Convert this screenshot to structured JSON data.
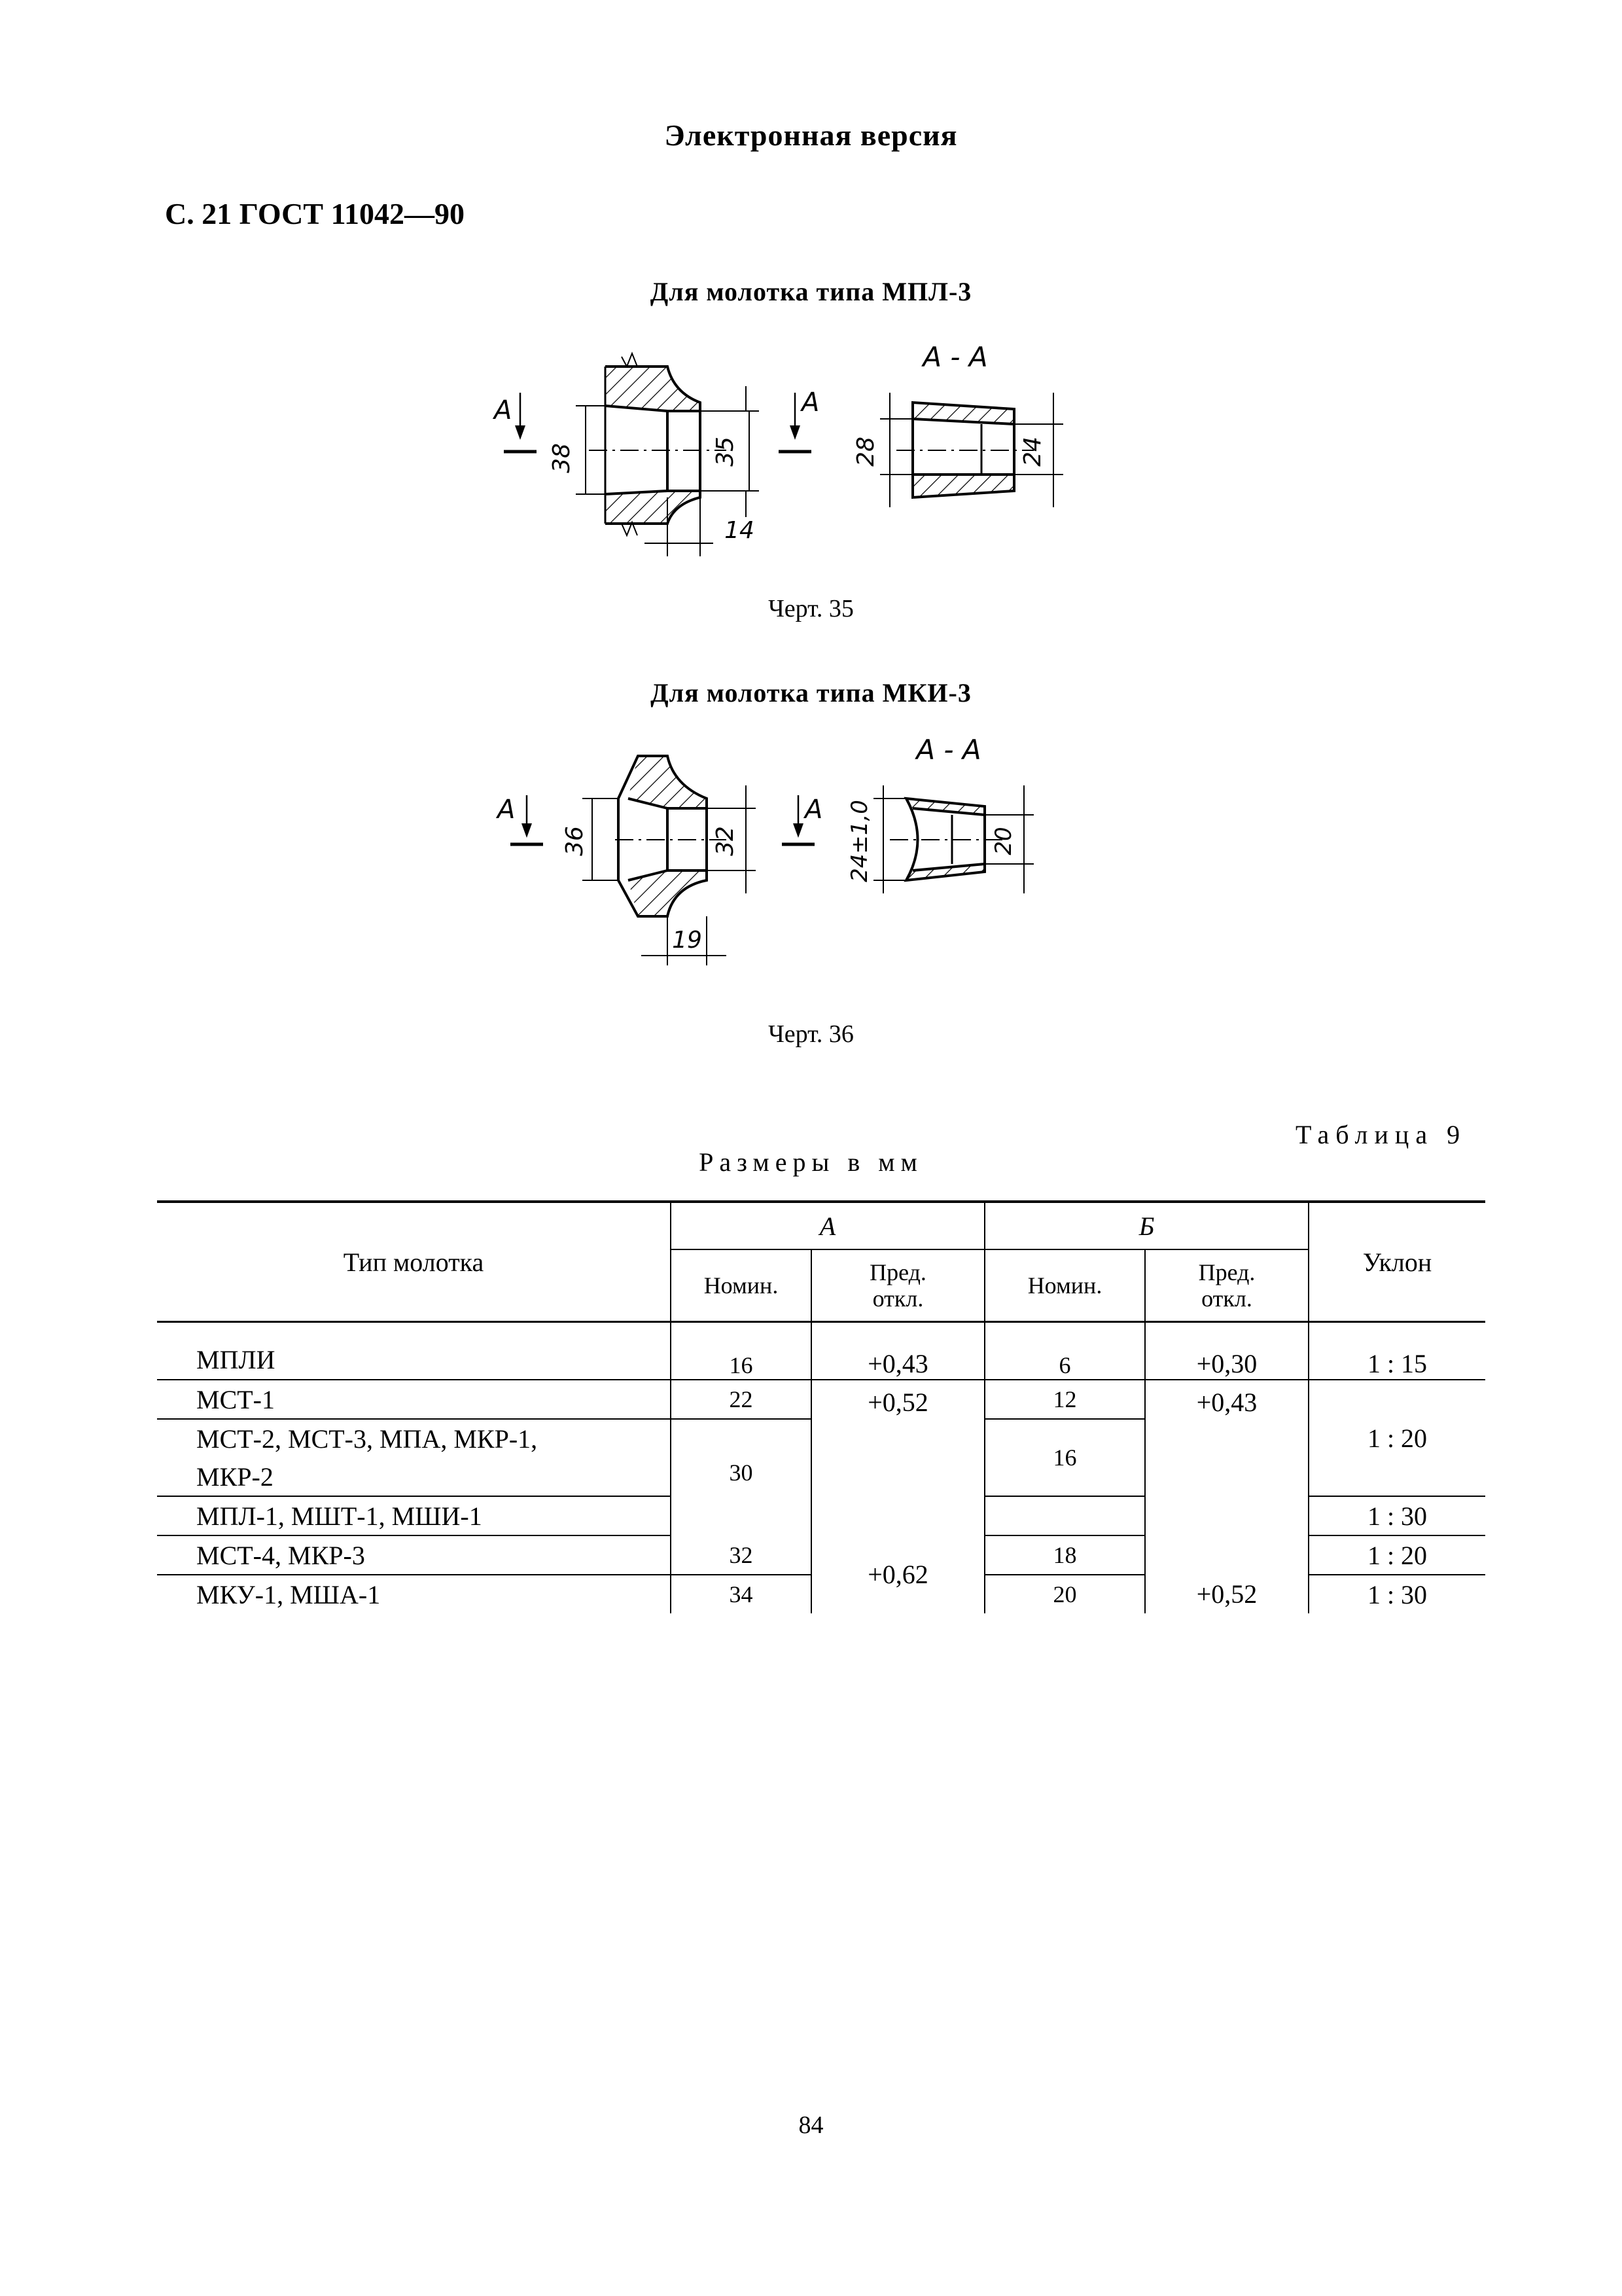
{
  "header": {
    "edition": "Электронная версия",
    "page_ref": "С. 21 ГОСТ 11042—90"
  },
  "figures": [
    {
      "caption": "Для молотка типа МПЛ-3",
      "label": "Черт. 35",
      "section_label": "А - А",
      "arrow_label": "А",
      "dims": [
        "38",
        "35",
        "14",
        "28",
        "24"
      ]
    },
    {
      "caption": "Для молотка типа МКИ-3",
      "label": "Черт. 36",
      "section_label": "А - А",
      "arrow_label": "А",
      "dims": [
        "36",
        "32",
        "19",
        "24±1,0",
        "20"
      ]
    }
  ],
  "table": {
    "title": "Таблица 9",
    "units": "Размеры в мм",
    "headers": {
      "type": "Тип молотка",
      "group_a": "А",
      "group_b": "Б",
      "nom": "Номин.",
      "dev_line1": "Пред.",
      "dev_line2": "откл.",
      "slope": "Уклон"
    },
    "rows": [
      {
        "type": "МПЛИ",
        "a_nom": "16",
        "a_dev": "+0,43",
        "b_nom": "6",
        "b_dev": "+0,30",
        "slope": "1 : 15"
      },
      {
        "type": "МСТ-1",
        "a_nom": "22",
        "b_nom": "12"
      },
      {
        "type": "МСТ-2, МСТ-3, МПА, МКР-1,"
      },
      {
        "type": "МКР-2"
      },
      {
        "type": "МПЛ-1, МШТ-1, МШИ-1",
        "slope": "1 : 30"
      },
      {
        "type": "МСТ-4, МКР-3",
        "a_nom": "32",
        "b_nom": "18",
        "slope": "1 : 20"
      },
      {
        "type": "МКУ-1, МША-1",
        "a_nom": "34",
        "b_nom": "20",
        "b_dev": "+0,52",
        "slope": "1 : 30"
      }
    ],
    "merged": {
      "nom_30": "30",
      "dev_052": "+0,52",
      "b_nom_16": "16",
      "b_dev_043": "+0,43",
      "slope_120": "1 : 20",
      "dev_062": "+0,62"
    }
  },
  "page_number": "84"
}
